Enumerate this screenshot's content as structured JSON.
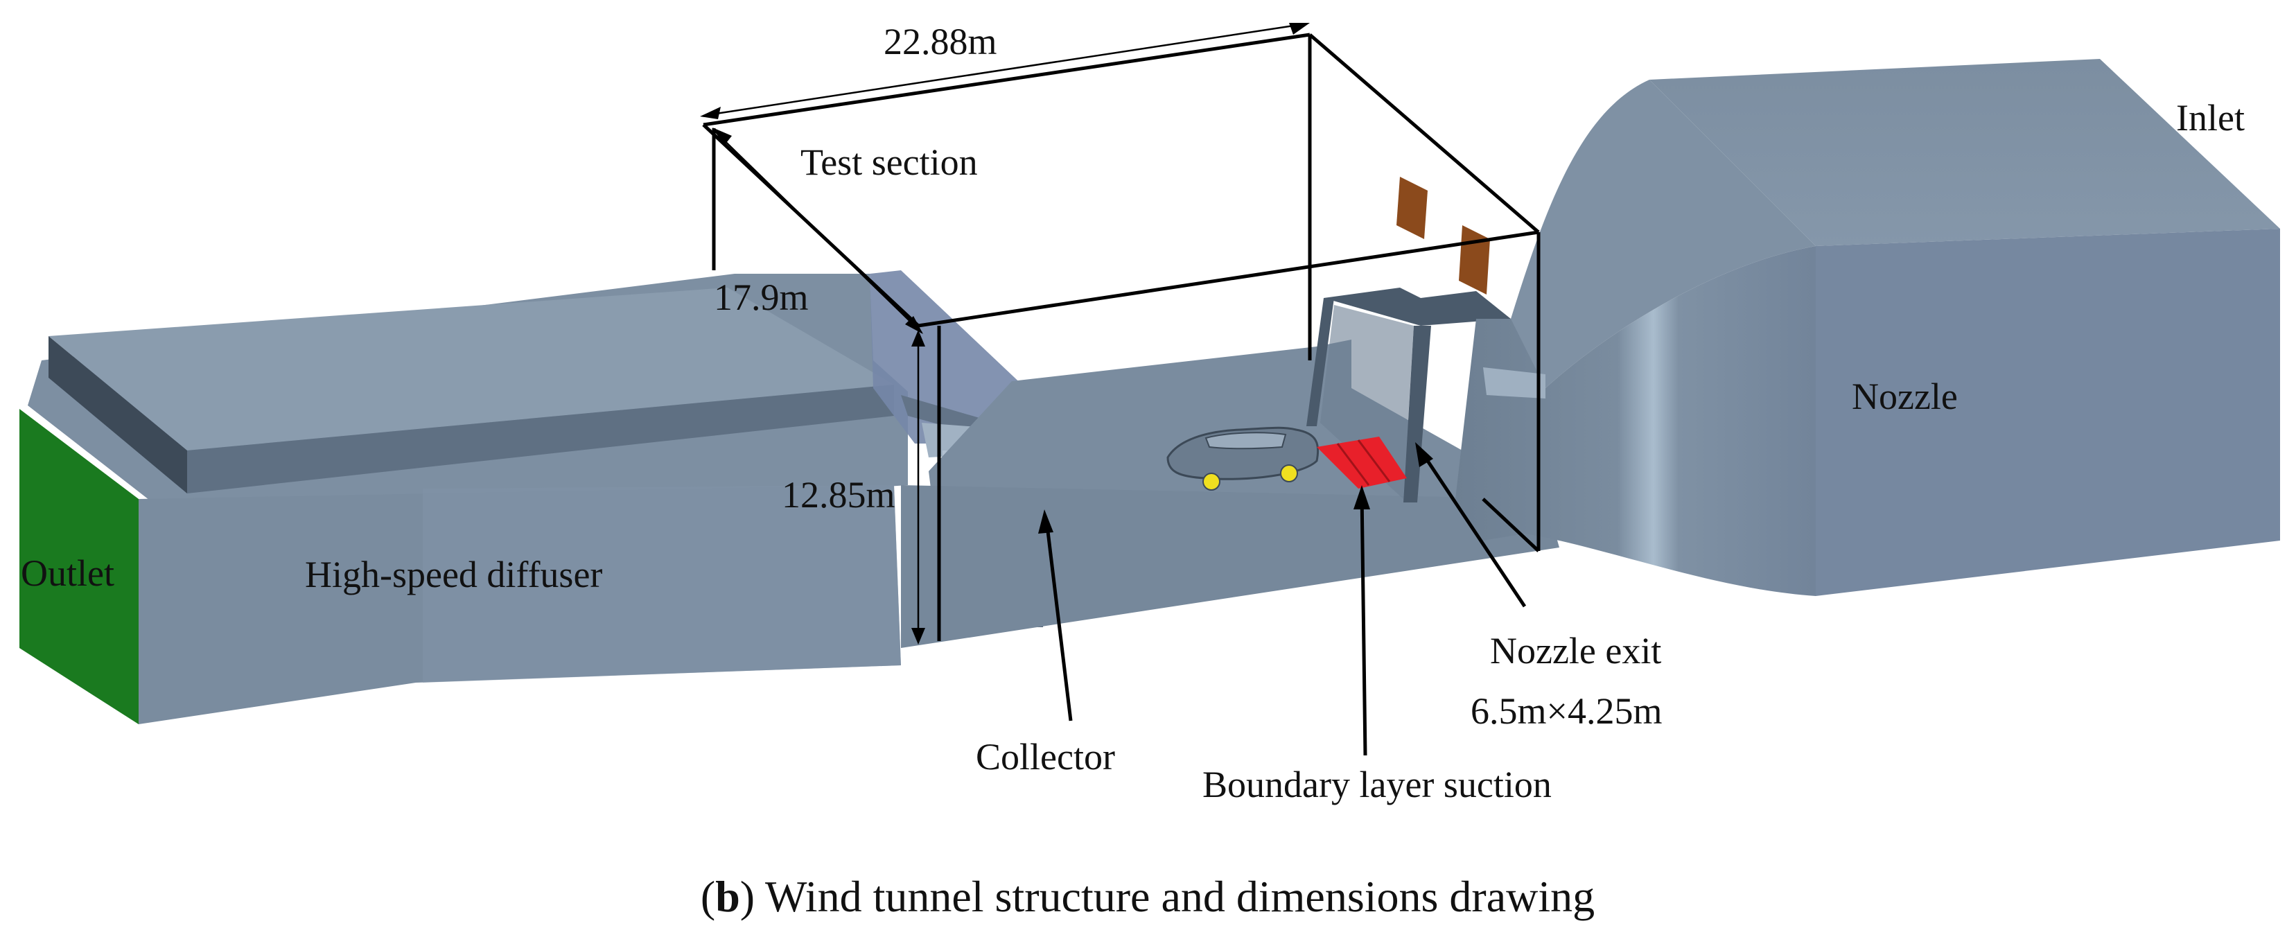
{
  "labels": {
    "inlet": "Inlet",
    "test_section": "Test section",
    "nozzle": "Nozzle",
    "outlet": "Outlet",
    "high_speed_diffuser": "High-speed diffuser",
    "collector": "Collector",
    "nozzle_exit": "Nozzle exit",
    "nozzle_exit_size": "6.5m×4.25m",
    "boundary_layer_suction": "Boundary layer suction"
  },
  "dimensions": {
    "length": "22.88m",
    "width": "17.9m",
    "height": "12.85m"
  },
  "caption": {
    "open_paren": "(",
    "letter": "b",
    "text": ") Wind tunnel structure and dimensions drawing"
  },
  "colors": {
    "body": "#7a8c9f",
    "body_light": "#9aaabb",
    "body_dark": "#5d6e80",
    "outlet": "#1a7a1f",
    "suction": "#e8202a",
    "panels": "#8b4a1c",
    "wheels": "#f0e020",
    "dimension_lines": "#000000"
  }
}
